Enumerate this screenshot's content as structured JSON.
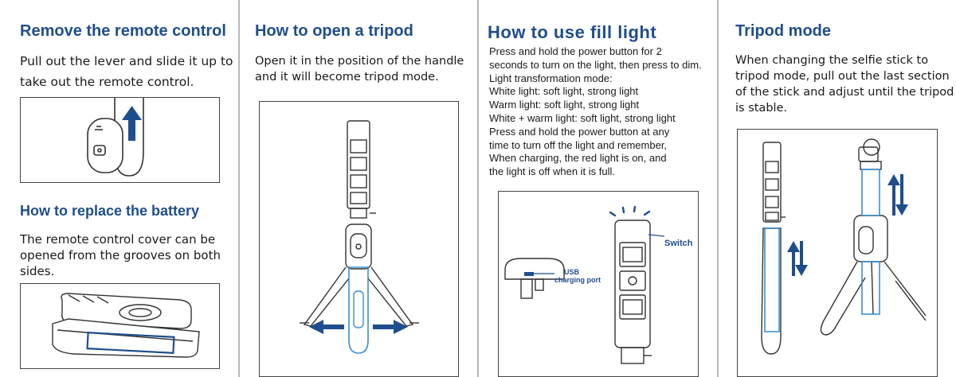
{
  "sections": {
    "remove": {
      "title": "Remove the remote control",
      "text_line1": "Pull out the lever and slide it up to",
      "text_line2": "take out the remote control."
    },
    "battery": {
      "title": "How to replace the battery",
      "text_line1": "The remote control cover can be",
      "text_line2": "opened from the grooves on both",
      "text_line3": "sides."
    },
    "tripod_open": {
      "title": "How to open a tripod",
      "text_line1": "Open it in the position of the handle",
      "text_line2": "and it will become tripod mode."
    },
    "fill_light": {
      "title": "How to use fill light",
      "lines": [
        "Press and hold the power button for 2",
        "seconds to turn on the light, then press to dim.",
        "Light transformation mode:",
        "White light: soft light, strong light",
        "Warm light: soft light, strong light",
        "White + warm light: soft light, strong light",
        "Press and hold the power button at any",
        "time to turn off the light and remember,",
        "When charging, the red light is on, and",
        "the light is off when it is full."
      ],
      "label_switch": "Switch",
      "label_usb_line1": "USB",
      "label_usb_line2": "charging port"
    },
    "tripod_mode": {
      "title": "Tripod mode",
      "text_line1": "When changing the selfie stick to",
      "text_line2": "tripod mode, pull out the last section",
      "text_line3": "of the stick and adjust until the tripod",
      "text_line4": "is stable."
    }
  },
  "colors": {
    "heading": "#1f4e8c",
    "accent_blue": "#1f4e8c",
    "light_blue": "#3a8fd0",
    "line": "#333333",
    "divider": "#b8b8b8"
  }
}
